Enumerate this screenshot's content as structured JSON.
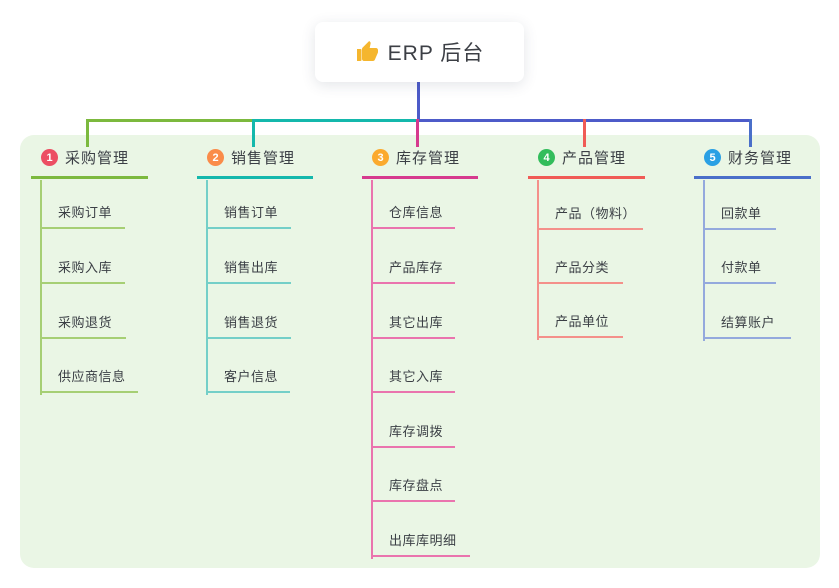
{
  "root": {
    "label": "ERP 后台",
    "icon": "thumbs-up-icon",
    "connector_color": "#4d5bc9"
  },
  "panel": {
    "background": "#eaf6e5"
  },
  "branches": [
    {
      "index": "1",
      "label": "采购管理",
      "badge_color": "#ec4f63",
      "line_color": "#7cb93e",
      "children": [
        "采购订单",
        "采购入库",
        "采购退货",
        "供应商信息"
      ]
    },
    {
      "index": "2",
      "label": "销售管理",
      "badge_color": "#fa8c49",
      "line_color": "#14b8ac",
      "children": [
        "销售订单",
        "销售出库",
        "销售退货",
        "客户信息"
      ]
    },
    {
      "index": "3",
      "label": "库存管理",
      "badge_color": "#fbaa2e",
      "line_color": "#d63a8e",
      "children": [
        "仓库信息",
        "产品库存",
        "其它出库",
        "其它入库",
        "库存调拨",
        "库存盘点",
        "出库库明细"
      ]
    },
    {
      "index": "4",
      "label": "产品管理",
      "badge_color": "#33bd5c",
      "line_color": "#f05b56",
      "children": [
        "产品（物料）",
        "产品分类",
        "产品单位"
      ]
    },
    {
      "index": "5",
      "label": "财务管理",
      "badge_color": "#2aa0e4",
      "line_color": "#4a6fc9",
      "children": [
        "回款单",
        "付款单",
        "结算账户"
      ]
    }
  ]
}
